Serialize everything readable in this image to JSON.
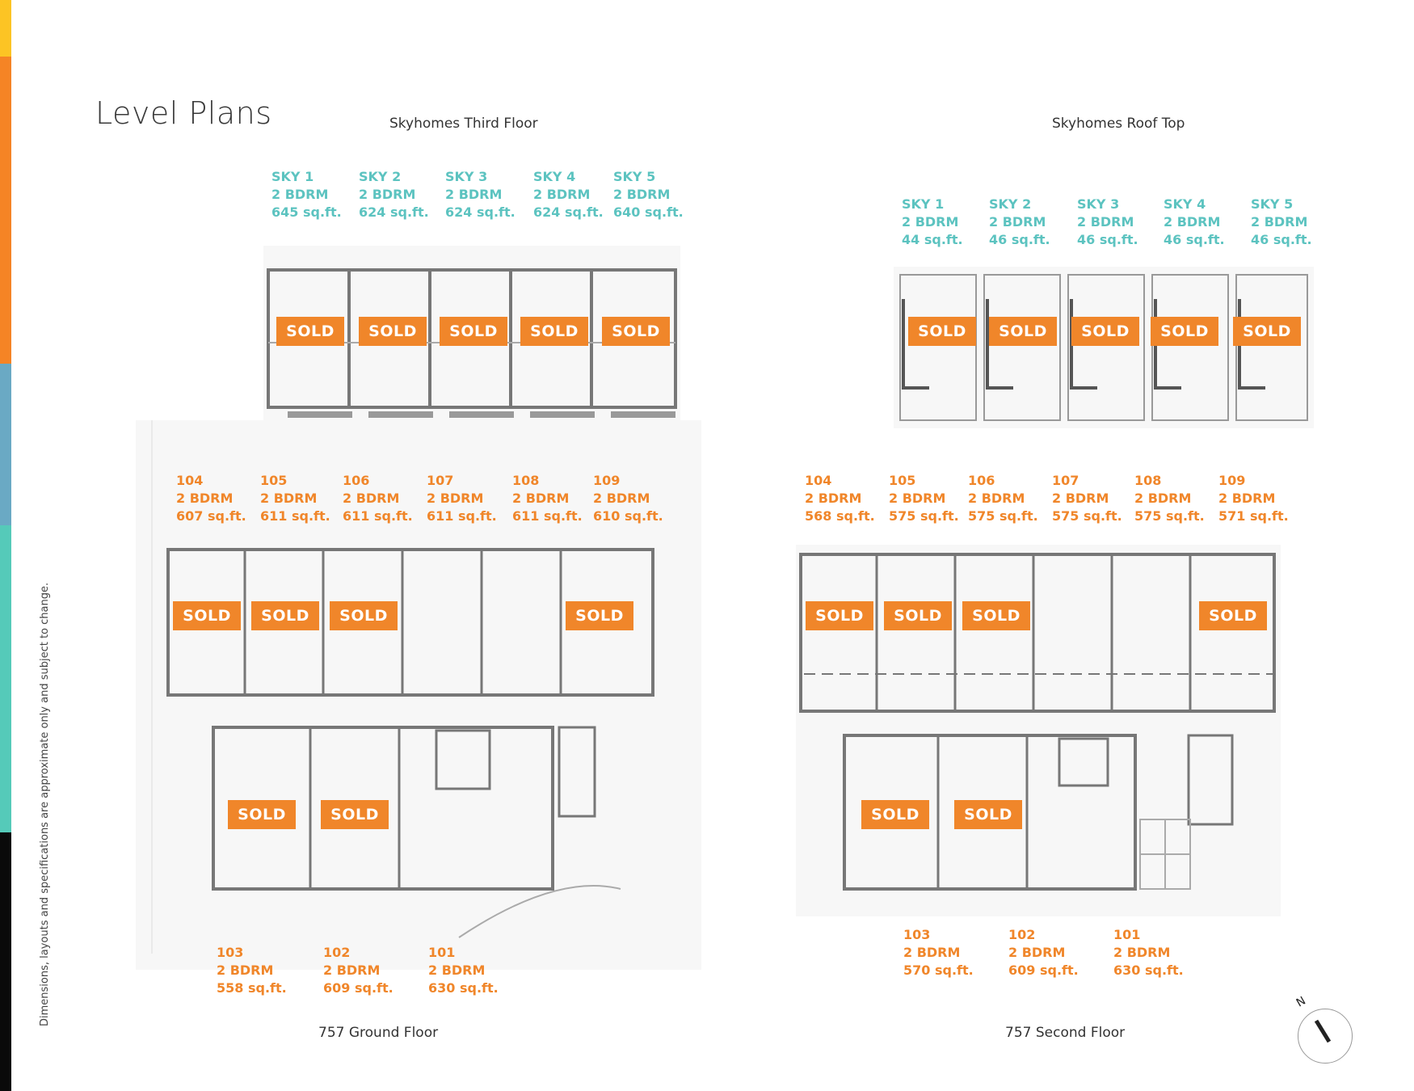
{
  "page_title": "Level Plans",
  "side_note": "Dimensions, layouts and specifications are approximate only and subject to change.",
  "colors": {
    "sky_label": "#5cc3c0",
    "unit_label": "#f0862a",
    "sold_badge": "#f0862a",
    "stripes": [
      "#fcc424",
      "#f58425",
      "#6aa9c4",
      "#55cab9",
      "#0a0a0a"
    ]
  },
  "plans": {
    "third_floor": {
      "caption": "Skyhomes Third Floor",
      "units": [
        {
          "name": "SKY 1",
          "bed": "2 BDRM",
          "size": "645 sq.ft."
        },
        {
          "name": "SKY 2",
          "bed": "2 BDRM",
          "size": "624 sq.ft."
        },
        {
          "name": "SKY 3",
          "bed": "2 BDRM",
          "size": "624 sq.ft."
        },
        {
          "name": "SKY 4",
          "bed": "2 BDRM",
          "size": "624 sq.ft."
        },
        {
          "name": "SKY 5",
          "bed": "2 BDRM",
          "size": "640 sq.ft."
        }
      ]
    },
    "roof_top": {
      "caption": "Skyhomes Roof Top",
      "units": [
        {
          "name": "SKY 1",
          "bed": "2 BDRM",
          "size": "44 sq.ft."
        },
        {
          "name": "SKY 2",
          "bed": "2 BDRM",
          "size": "46 sq.ft."
        },
        {
          "name": "SKY 3",
          "bed": "2 BDRM",
          "size": "46 sq.ft."
        },
        {
          "name": "SKY 4",
          "bed": "2 BDRM",
          "size": "46 sq.ft."
        },
        {
          "name": "SKY 5",
          "bed": "2 BDRM",
          "size": "46 sq.ft."
        }
      ]
    },
    "ground_floor": {
      "caption": "757 Ground Floor",
      "upper_units": [
        {
          "name": "104",
          "bed": "2 BDRM",
          "size": "607 sq.ft."
        },
        {
          "name": "105",
          "bed": "2 BDRM",
          "size": "611 sq.ft."
        },
        {
          "name": "106",
          "bed": "2 BDRM",
          "size": "611 sq.ft."
        },
        {
          "name": "107",
          "bed": "2 BDRM",
          "size": "611 sq.ft."
        },
        {
          "name": "108",
          "bed": "2 BDRM",
          "size": "611 sq.ft."
        },
        {
          "name": "109",
          "bed": "2 BDRM",
          "size": "610 sq.ft."
        }
      ],
      "lower_units": [
        {
          "name": "103",
          "bed": "2 BDRM",
          "size": "558 sq.ft."
        },
        {
          "name": "102",
          "bed": "2 BDRM",
          "size": "609 sq.ft."
        },
        {
          "name": "101",
          "bed": "2 BDRM",
          "size": "630 sq.ft."
        }
      ]
    },
    "second_floor": {
      "caption": "757 Second Floor",
      "upper_units": [
        {
          "name": "104",
          "bed": "2 BDRM",
          "size": "568 sq.ft."
        },
        {
          "name": "105",
          "bed": "2 BDRM",
          "size": "575 sq.ft."
        },
        {
          "name": "106",
          "bed": "2 BDRM",
          "size": "575 sq.ft."
        },
        {
          "name": "107",
          "bed": "2 BDRM",
          "size": "575 sq.ft."
        },
        {
          "name": "108",
          "bed": "2 BDRM",
          "size": "575 sq.ft."
        },
        {
          "name": "109",
          "bed": "2 BDRM",
          "size": "571 sq.ft."
        }
      ],
      "lower_units": [
        {
          "name": "103",
          "bed": "2 BDRM",
          "size": "570 sq.ft."
        },
        {
          "name": "102",
          "bed": "2 BDRM",
          "size": "609 sq.ft."
        },
        {
          "name": "101",
          "bed": "2 BDRM",
          "size": "630 sq.ft."
        }
      ]
    }
  },
  "sold_label": "SOLD",
  "compass_label": "N"
}
